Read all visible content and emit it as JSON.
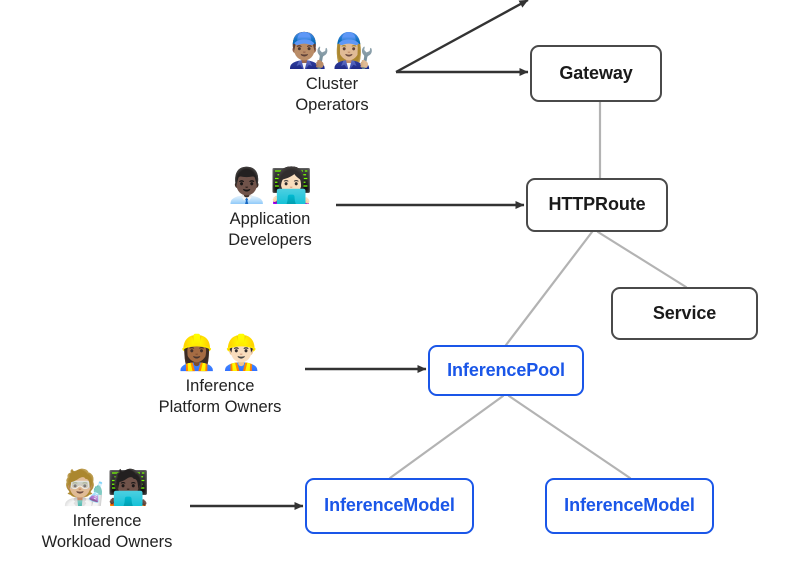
{
  "diagram": {
    "title": "Gateway API Inference Extension resource and persona diagram",
    "background_color": "#ffffff",
    "core_node_color": "#4a4a4a",
    "inference_node_color": "#1a56e8",
    "edge_color": "#b3b3b3",
    "arrow_color": "#333333"
  },
  "nodes": [
    {
      "id": "gateway",
      "label": "Gateway",
      "kind": "core"
    },
    {
      "id": "httproute",
      "label": "HTTPRoute",
      "kind": "core"
    },
    {
      "id": "service",
      "label": "Service",
      "kind": "core"
    },
    {
      "id": "inferencepool",
      "label": "InferencePool",
      "kind": "inference"
    },
    {
      "id": "inferencemodel1",
      "label": "InferenceModel",
      "kind": "inference"
    },
    {
      "id": "inferencemodel2",
      "label": "InferenceModel",
      "kind": "inference"
    }
  ],
  "personas": [
    {
      "id": "cluster-operators",
      "icons": "👨🏽‍🔧👩🏼‍🔧",
      "icon_names": "man-mechanic-icon, woman-mechanic-icon",
      "label": "Cluster\nOperators",
      "targets": "gateway"
    },
    {
      "id": "application-developers",
      "icons": "👨🏿‍💼👩🏻‍💻",
      "icon_names": "man-office-worker-icon, woman-technologist-icon",
      "label": "Application\nDevelopers",
      "targets": "httproute"
    },
    {
      "id": "inference-platform-owners",
      "icons": "👷🏾‍♀️👷🏻‍♂️",
      "icon_names": "woman-construction-worker-icon, man-construction-worker-icon",
      "label": "Inference\nPlatform Owners",
      "targets": "inferencepool"
    },
    {
      "id": "inference-workload-owners",
      "icons": "🧑🏼‍🔬🧑🏿‍💻",
      "icon_names": "scientist-icon, technologist-icon",
      "label": "Inference\nWorkload Owners",
      "targets": "inferencemodel1"
    }
  ],
  "edges": [
    {
      "from": "gateway",
      "to": "httproute",
      "style": "plain"
    },
    {
      "from": "httproute",
      "to": "inferencepool",
      "style": "plain"
    },
    {
      "from": "httproute",
      "to": "service",
      "style": "plain"
    },
    {
      "from": "inferencepool",
      "to": "inferencemodel1",
      "style": "plain"
    },
    {
      "from": "inferencepool",
      "to": "inferencemodel2",
      "style": "plain"
    }
  ],
  "persona_arrows": [
    {
      "from": "cluster-operators",
      "to": "gateway"
    },
    {
      "from": "application-developers",
      "to": "httproute"
    },
    {
      "from": "inference-platform-owners",
      "to": "inferencepool"
    },
    {
      "from": "inference-workload-owners",
      "to": "inferencemodel1"
    }
  ]
}
